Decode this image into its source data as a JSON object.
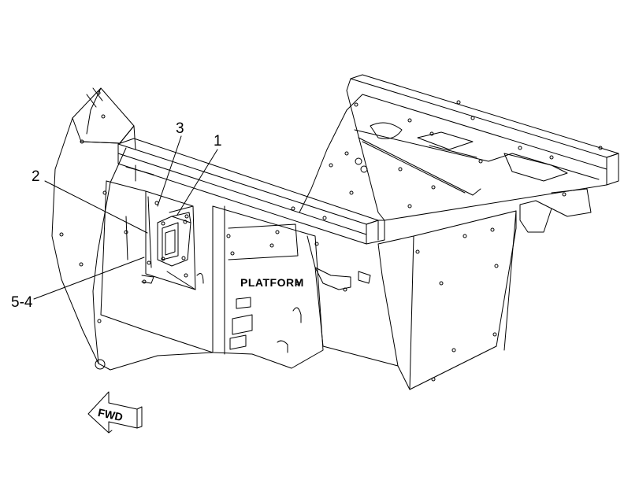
{
  "diagram": {
    "callouts": {
      "c1": "1",
      "c2": "2",
      "c3": "3",
      "c54": "5-4"
    },
    "panel_label": "PLATFORM",
    "direction_arrow": "FWD",
    "colors": {
      "line": "#000000",
      "background": "#ffffff"
    }
  }
}
